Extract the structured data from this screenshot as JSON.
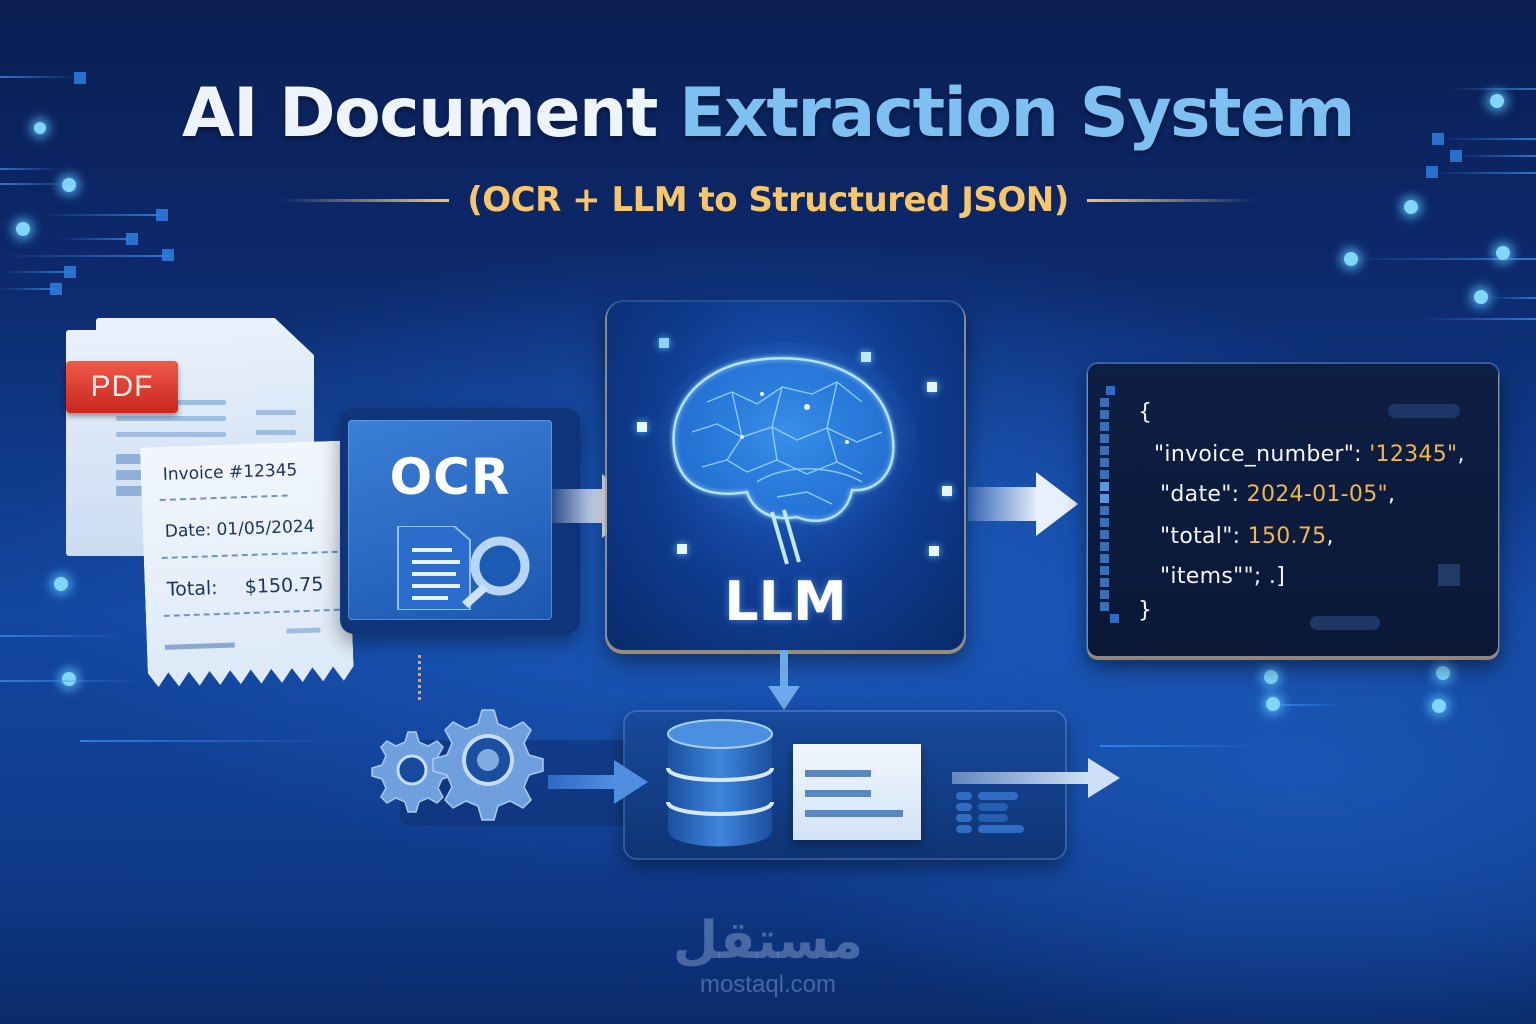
{
  "header": {
    "title_part1": "AI Document",
    "title_part2": "Extraction System",
    "subtitle": "(OCR + LLM to Structured JSON)"
  },
  "colors": {
    "background_dark": "#0a1e52",
    "background_mid": "#1347a0",
    "title_white": "#eef4fc",
    "title_blue": "#7ec0f2",
    "subtitle_gold": "#f7c66a",
    "json_value_orange": "#f3b64c",
    "pdf_red": "#d9342a"
  },
  "input_documents": {
    "pdf_badge": "PDF",
    "receipt": {
      "invoice_line": "Invoice #12345",
      "date_line": "Date: 01/05/2024",
      "total_label": "Total:",
      "total_value": "$150.75"
    }
  },
  "ocr_stage": {
    "label": "OCR",
    "icon": "document-magnifier-icon"
  },
  "llm_stage": {
    "label": "LLM",
    "icon": "glowing-brain-icon"
  },
  "json_output": {
    "open_brace": "{",
    "lines": [
      {
        "key": "\"invoice_number\": ",
        "value": "'12345\"",
        "suffix": ","
      },
      {
        "key": "\"date\": ",
        "value": "2024-01-05\"",
        "suffix": ","
      },
      {
        "key": "\"total\": ",
        "value": "150.75",
        "suffix": ","
      },
      {
        "key": "\"items\"\";  .]",
        "value": "",
        "suffix": ""
      }
    ],
    "close_brace": "}"
  },
  "pipeline_bottom": {
    "icons": [
      "gears-icon",
      "database-icon",
      "document-icon",
      "list-panel-icon"
    ]
  },
  "watermark": {
    "arabic": "مستقل",
    "domain": "mostaql.com"
  }
}
